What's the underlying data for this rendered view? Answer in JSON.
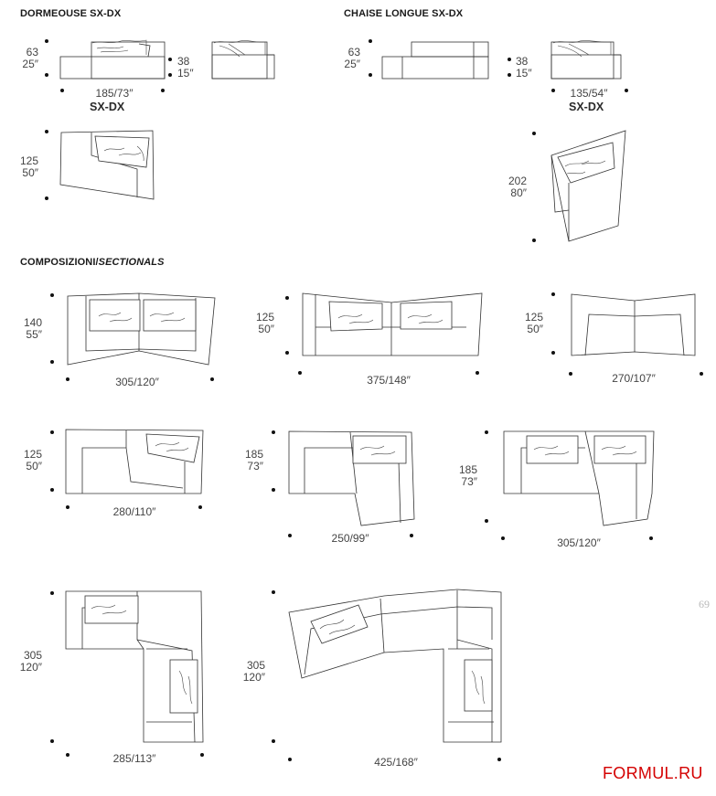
{
  "headings": {
    "dormeuse": "DORMEOUSE SX-DX",
    "chaise": "CHAISE LONGUE SX-DX",
    "compositions_main": "COMPOSIZIONI/",
    "compositions_italic": "SECTIONALS"
  },
  "dormeuse": {
    "height_cm": "63",
    "height_in": "25″",
    "seat_cm": "38",
    "seat_in": "15″",
    "width": "185/73″",
    "variant": "SX-DX",
    "depth_cm": "125",
    "depth_in": "50″"
  },
  "chaise": {
    "height_cm": "63",
    "height_in": "25″",
    "seat_cm": "38",
    "seat_in": "15″",
    "width": "135/54″",
    "variant": "SX-DX",
    "depth_cm": "202",
    "depth_in": "80″"
  },
  "sectionals": [
    {
      "depth_cm": "140",
      "depth_in": "55″",
      "width": "305/120″"
    },
    {
      "depth_cm": "125",
      "depth_in": "50″",
      "width": "375/148″"
    },
    {
      "depth_cm": "125",
      "depth_in": "50″",
      "width": "270/107″"
    },
    {
      "depth_cm": "125",
      "depth_in": "50″",
      "width": "280/110″"
    },
    {
      "depth_cm": "185",
      "depth_in": "73″",
      "width": "250/99″"
    },
    {
      "depth_cm": "185",
      "depth_in": "73″",
      "width": "305/120″"
    },
    {
      "depth_cm": "305",
      "depth_in": "120″",
      "width": "285/113″"
    },
    {
      "depth_cm": "305",
      "depth_in": "120″",
      "width": "425/168″"
    }
  ],
  "page_number": "69",
  "watermark": "FORMUL.RU"
}
